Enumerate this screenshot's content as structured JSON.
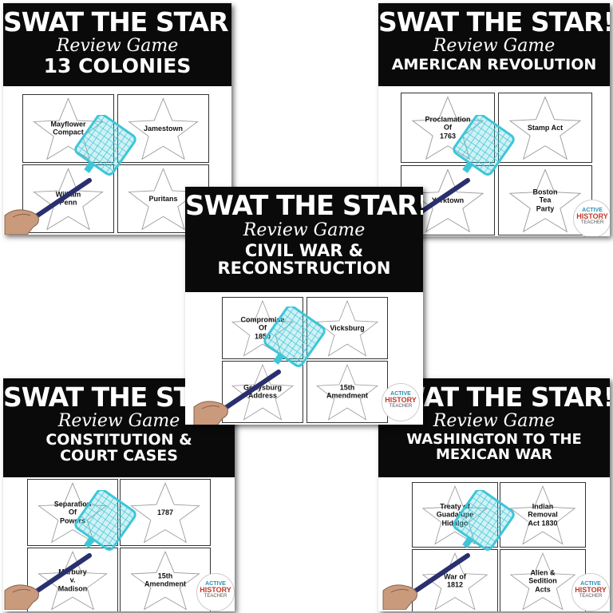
{
  "products": [
    {
      "id": "13-colonies",
      "title": "SWAT THE STAR!",
      "subtitle": "Review Game",
      "topic": "13 COLONIES",
      "cards": [
        "Mayflower\nCompact",
        "Jamestown",
        "William\nPenn",
        "Puritans"
      ],
      "logo": false
    },
    {
      "id": "american-revolution",
      "title": "SWAT THE STAR!",
      "subtitle": "Review Game",
      "topic": "AMERICAN REVOLUTION",
      "cards": [
        "Proclamation\nOf\n1763",
        "Stamp Act",
        "Yorktown",
        "Boston\nTea\nParty"
      ],
      "logo": true
    },
    {
      "id": "civil-war",
      "title": "SWAT THE STAR!",
      "subtitle": "Review Game",
      "topic": "CIVIL WAR &\nRECONSTRUCTION",
      "cards": [
        "Compromise\nOf\n1850",
        "Vicksburg",
        "Gettysburg\nAddress",
        "15th\nAmendment"
      ],
      "logo": true
    },
    {
      "id": "constitution",
      "title": "SWAT THE STAR!",
      "subtitle": "Review Game",
      "topic": "CONSTITUTION &\nCOURT CASES",
      "cards": [
        "Separation\nOf\nPowers",
        "1787",
        "Marbury\nv.\nMadison",
        "15th\nAmendment"
      ],
      "logo": true
    },
    {
      "id": "washington",
      "title": "SWAT THE STAR!",
      "subtitle": "Review Game",
      "topic": "WASHINGTON TO THE\nMEXICAN WAR",
      "cards": [
        "Treaty of\nGuadalupe\nHidalgo",
        "Indian\nRemoval\nAct 1830",
        "War of\n1812",
        "Alien &\nSedition\nActs"
      ],
      "logo": true
    }
  ],
  "logo_text": {
    "line1": "ACTIVE",
    "line2": "HISTORY",
    "line3": "TEACHER"
  },
  "colors": {
    "header": "#0a0a0a",
    "swatter": "#3ec6d8",
    "handle": "#2a2f6e"
  }
}
